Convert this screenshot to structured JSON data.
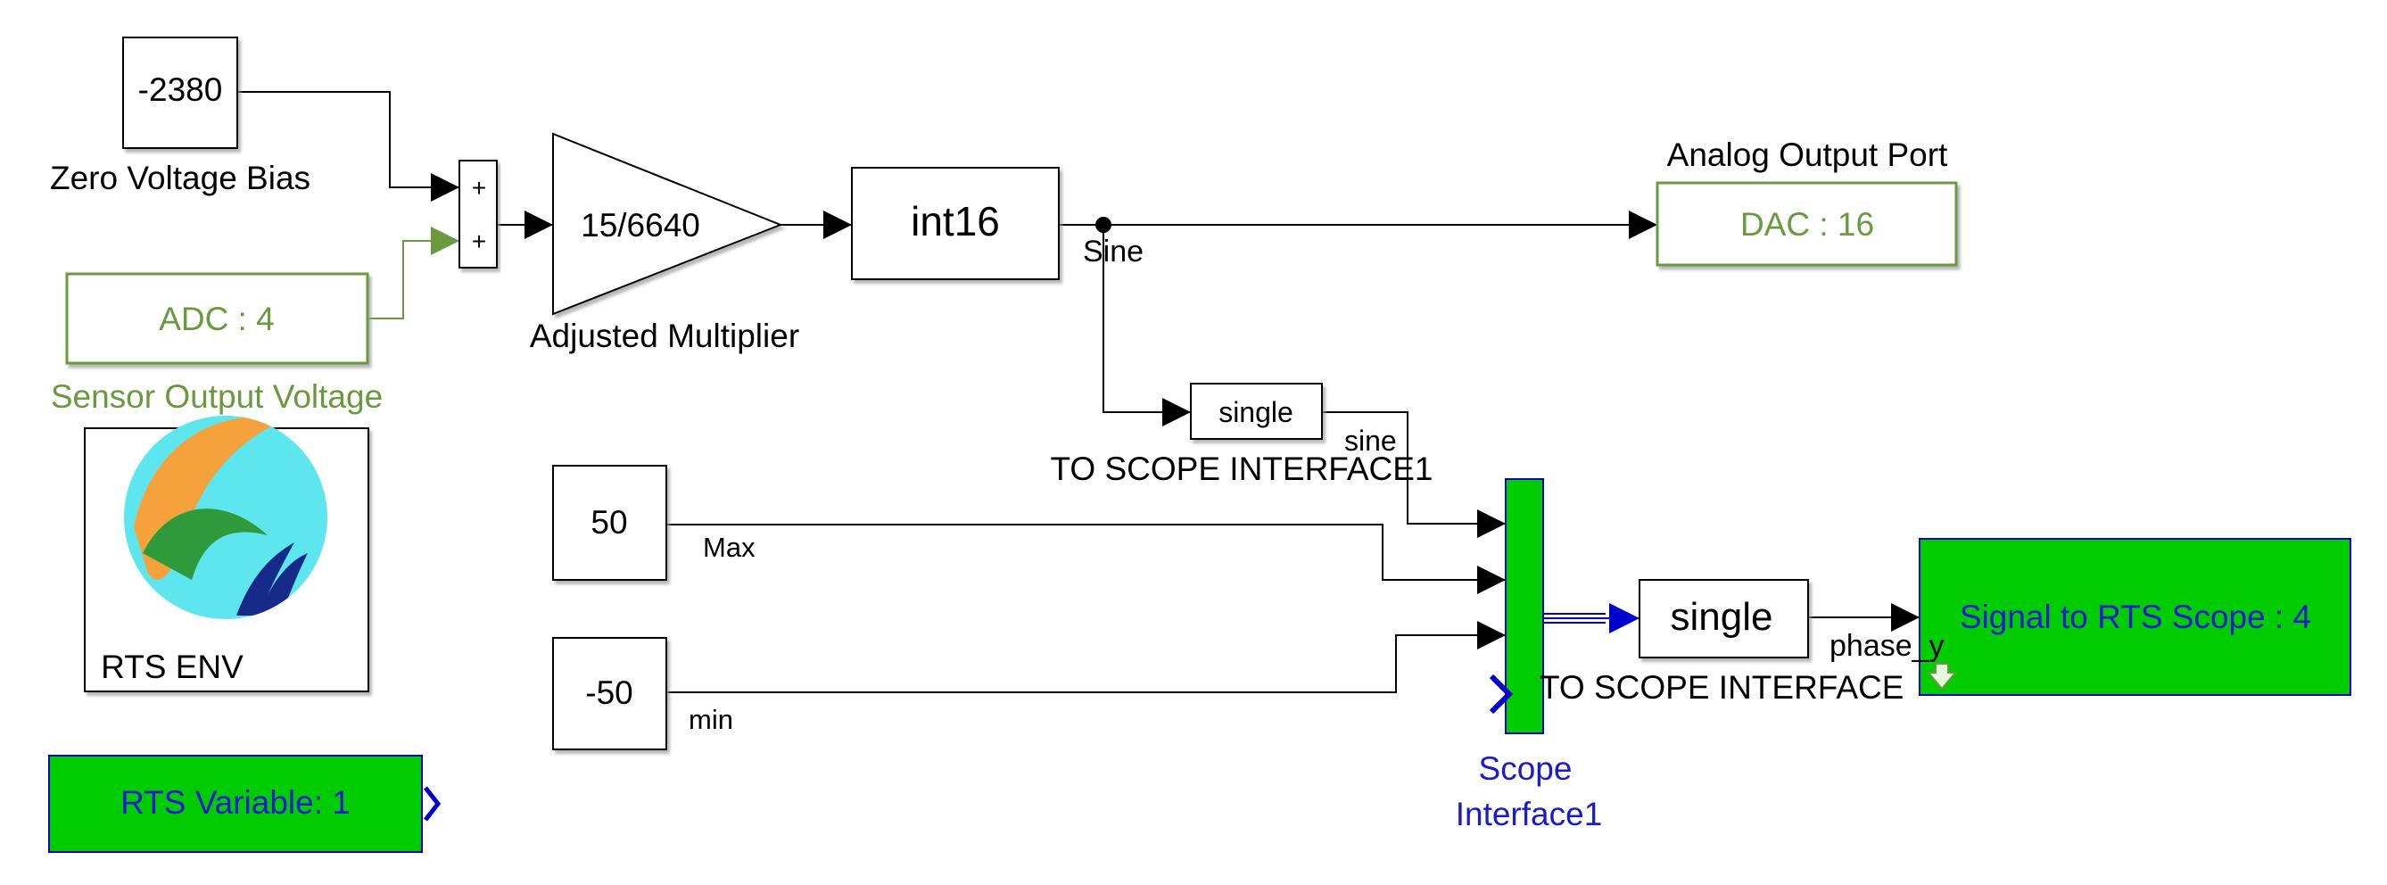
{
  "colors": {
    "line": "#000000",
    "block_border": "#000000",
    "port_green": "#6a9a3f",
    "rts_green": "#00cc00",
    "rts_blue": "#0000cc",
    "logo_cyan": "#5ee6ee",
    "logo_orange": "#f5a23c",
    "logo_green": "#2f9a3c",
    "logo_navy": "#162a8a"
  },
  "blocks": {
    "zero_bias": {
      "value": "-2380",
      "label": "Zero Voltage Bias"
    },
    "sum": {
      "sign_top": "+",
      "sign_bottom": "+"
    },
    "adc": {
      "text": "ADC :  4",
      "label": "Sensor Output Voltage"
    },
    "gain": {
      "value": "15/6640",
      "label": "Adjusted Multiplier"
    },
    "convert_int16": {
      "text": "int16"
    },
    "dac": {
      "text": "DAC :  16",
      "label": "Analog Output Port"
    },
    "single_small": {
      "text": "single",
      "label": "TO SCOPE INTERFACE1"
    },
    "const_max": {
      "value": "50"
    },
    "const_min": {
      "value": "-50"
    },
    "scope_interface": {
      "label_line1": "Scope",
      "label_line2": "Interface1"
    },
    "single_big": {
      "text": "single",
      "label": "TO SCOPE INTERFACE"
    },
    "rts_scope": {
      "text": "Signal to RTS Scope :  4"
    },
    "rts_env": {
      "label": "RTS ENV"
    },
    "rts_variable": {
      "text": "RTS Variable: 1"
    }
  },
  "signals": {
    "sine_upper": "Sine",
    "sine_lower": "sine",
    "max": "Max",
    "min": "min",
    "phase": "phase_y"
  },
  "icons": [
    "rts-env-logo-icon",
    "goto-chevron-icon",
    "dropdown-arrow-icon"
  ]
}
